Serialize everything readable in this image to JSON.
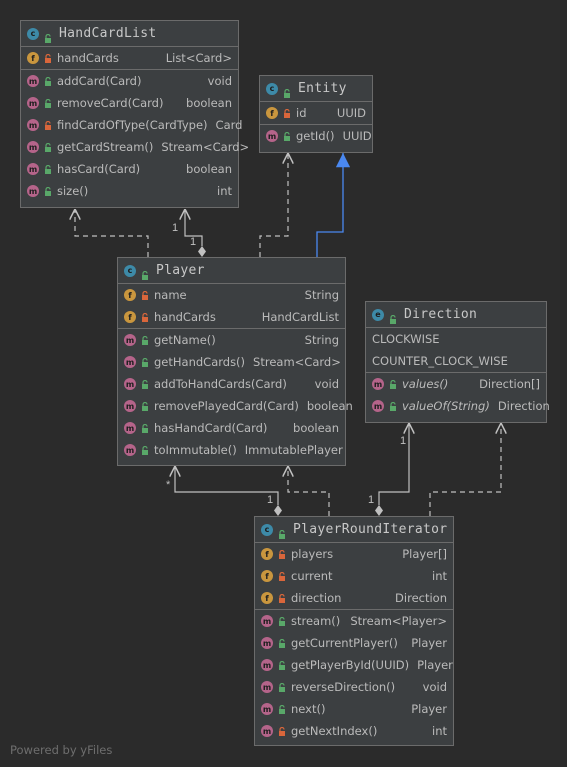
{
  "diagram": {
    "classes": {
      "handcardlist": {
        "name": "HandCardList",
        "kind": "c",
        "fields": [
          {
            "name": "handCards",
            "type": "List<Card>",
            "vis": "private"
          }
        ],
        "methods": [
          {
            "name": "addCard(Card)",
            "type": "void",
            "vis": "public"
          },
          {
            "name": "removeCard(Card)",
            "type": "boolean",
            "vis": "public"
          },
          {
            "name": "findCardOfType(CardType)",
            "type": "Card",
            "vis": "private"
          },
          {
            "name": "getCardStream()",
            "type": "Stream<Card>",
            "vis": "public"
          },
          {
            "name": "hasCard(Card)",
            "type": "boolean",
            "vis": "public"
          },
          {
            "name": "size()",
            "type": "int",
            "vis": "public"
          }
        ]
      },
      "entity": {
        "name": "Entity",
        "kind": "i",
        "fields": [
          {
            "name": "id",
            "type": "UUID",
            "vis": "private"
          }
        ],
        "methods": [
          {
            "name": "getId()",
            "type": "UUID",
            "vis": "public"
          }
        ]
      },
      "player": {
        "name": "Player",
        "kind": "c",
        "fields": [
          {
            "name": "name",
            "type": "String",
            "vis": "private"
          },
          {
            "name": "handCards",
            "type": "HandCardList",
            "vis": "private"
          }
        ],
        "methods": [
          {
            "name": "getName()",
            "type": "String",
            "vis": "public"
          },
          {
            "name": "getHandCards()",
            "type": "Stream<Card>",
            "vis": "public"
          },
          {
            "name": "addToHandCards(Card)",
            "type": "void",
            "vis": "public"
          },
          {
            "name": "removePlayedCard(Card)",
            "type": "boolean",
            "vis": "public"
          },
          {
            "name": "hasHandCard(Card)",
            "type": "boolean",
            "vis": "public"
          },
          {
            "name": "toImmutable()",
            "type": "ImmutablePlayer",
            "vis": "public"
          }
        ]
      },
      "direction": {
        "name": "Direction",
        "kind": "e",
        "constants": [
          "CLOCKWISE",
          "COUNTER_CLOCK_WISE"
        ],
        "methods": [
          {
            "name": "values()",
            "type": "Direction[]",
            "vis": "public"
          },
          {
            "name": "valueOf(String)",
            "type": "Direction",
            "vis": "public"
          }
        ]
      },
      "iterator": {
        "name": "PlayerRoundIterator",
        "kind": "c",
        "fields": [
          {
            "name": "players",
            "type": "Player[]",
            "vis": "private"
          },
          {
            "name": "current",
            "type": "int",
            "vis": "private"
          },
          {
            "name": "direction",
            "type": "Direction",
            "vis": "private"
          }
        ],
        "methods": [
          {
            "name": "stream()",
            "type": "Stream<Player>",
            "vis": "public"
          },
          {
            "name": "getCurrentPlayer()",
            "type": "Player",
            "vis": "public"
          },
          {
            "name": "getPlayerById(UUID)",
            "type": "Player",
            "vis": "public"
          },
          {
            "name": "reverseDirection()",
            "type": "void",
            "vis": "public"
          },
          {
            "name": "next()",
            "type": "Player",
            "vis": "public"
          },
          {
            "name": "getNextIndex()",
            "type": "int",
            "vis": "private"
          }
        ]
      }
    },
    "multiplicities": {
      "player_handcardlist": "1",
      "player_handcardlist_2": "1",
      "iterator_player_star": "*",
      "iterator_player_one": "1",
      "iterator_direction_one": "1",
      "iterator_direction_two": "1"
    },
    "footer": "Powered by yFiles"
  },
  "colors": {
    "background": "#2b2b2b",
    "box": "#3c3f41",
    "border": "#6b6b6b",
    "edge": "#c0c0c0",
    "inheritance": "#4a88f0",
    "class_icon": "#3d8aa8",
    "field_icon": "#c9963e",
    "method_icon": "#b5648a",
    "public": "#59a869",
    "private": "#d9663b"
  }
}
